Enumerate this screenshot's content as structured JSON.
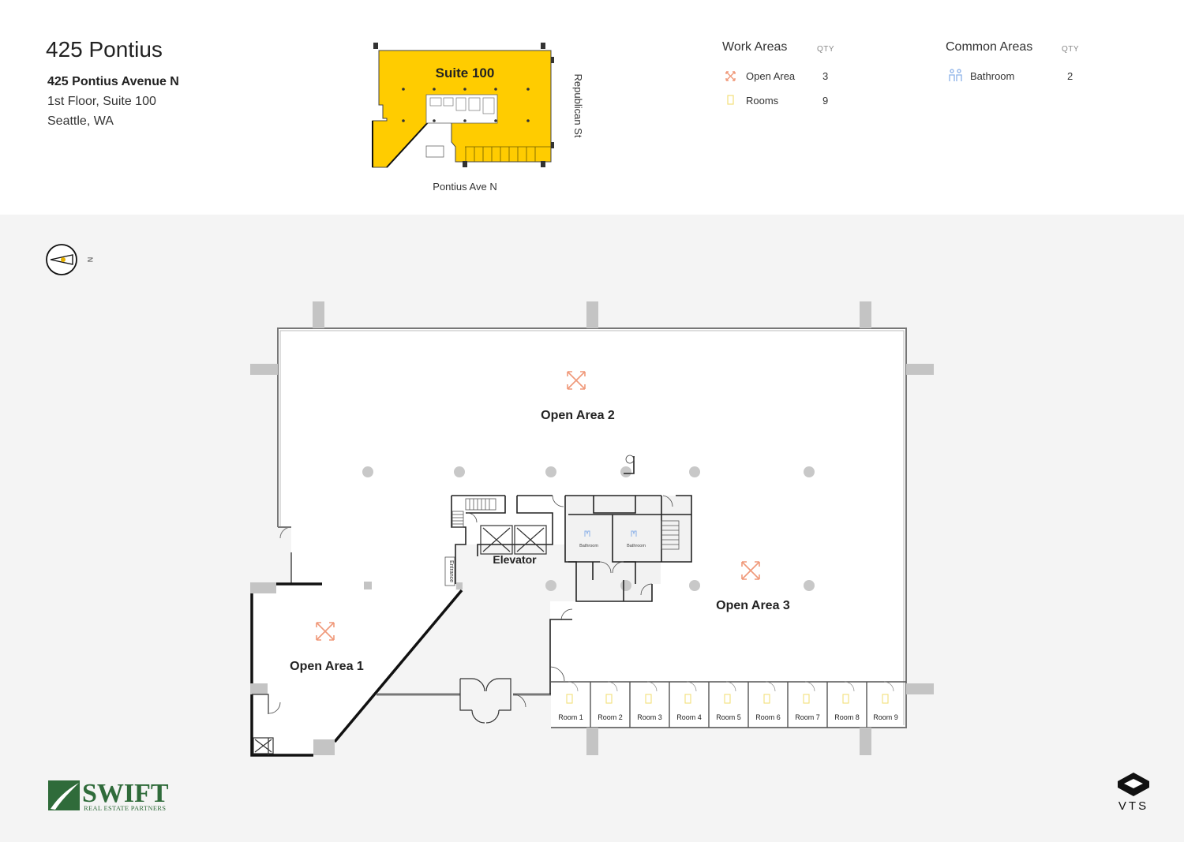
{
  "header": {
    "title": "425 Pontius",
    "address_line1": "425 Pontius Avenue N",
    "address_line2": "1st Floor, Suite 100",
    "address_line3": "Seattle, WA"
  },
  "key_plan": {
    "suite_label": "Suite 100",
    "street_east": "Republican St",
    "street_south": "Pontius Ave N",
    "highlight_color": "#ffcc00"
  },
  "legend": {
    "work": {
      "heading": "Work Areas",
      "qty_heading": "QTY",
      "items": [
        {
          "label": "Open Area",
          "qty": "3",
          "icon": "open-area-icon"
        },
        {
          "label": "Rooms",
          "qty": "9",
          "icon": "room-icon"
        }
      ]
    },
    "common": {
      "heading": "Common Areas",
      "qty_heading": "QTY",
      "items": [
        {
          "label": "Bathroom",
          "qty": "2",
          "icon": "bathroom-icon"
        }
      ]
    }
  },
  "compass": {
    "label": "N"
  },
  "floor_plan": {
    "open_areas": [
      "Open Area 1",
      "Open Area 2",
      "Open Area 3"
    ],
    "elevator_label": "Elevator",
    "entrance_label": "Entrance",
    "bathroom_label": "Bathroom",
    "rooms": [
      "Room 1",
      "Room 2",
      "Room 3",
      "Room 4",
      "Room 5",
      "Room 6",
      "Room 7",
      "Room 8",
      "Room 9"
    ],
    "icon_color": "#f0997a",
    "bathroom_icon_color": "#8ab0e8"
  },
  "branding": {
    "swift_name": "SWIFT",
    "swift_tagline": "REAL ESTATE PARTNERS",
    "vts": "VTS"
  }
}
